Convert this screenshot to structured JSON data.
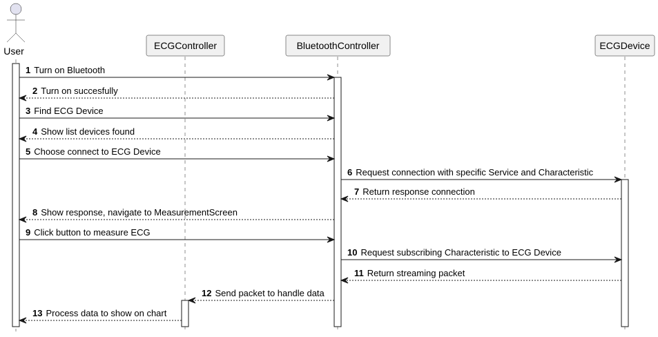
{
  "participants": [
    {
      "id": "user",
      "label": "User",
      "kind": "actor"
    },
    {
      "id": "ecg",
      "label": "ECGController",
      "kind": "participant"
    },
    {
      "id": "bt",
      "label": "BluetoothController",
      "kind": "participant"
    },
    {
      "id": "dev",
      "label": "ECGDevice",
      "kind": "participant"
    }
  ],
  "messages": [
    {
      "num": "1",
      "text": "Turn on Bluetooth",
      "from": "user",
      "to": "bt",
      "style": "solid"
    },
    {
      "num": "2",
      "text": "Turn on succesfully",
      "from": "bt",
      "to": "user",
      "style": "dashed"
    },
    {
      "num": "3",
      "text": "Find ECG Device",
      "from": "user",
      "to": "bt",
      "style": "solid"
    },
    {
      "num": "4",
      "text": "Show list devices found",
      "from": "bt",
      "to": "user",
      "style": "dashed"
    },
    {
      "num": "5",
      "text": "Choose connect to ECG Device",
      "from": "user",
      "to": "bt",
      "style": "solid"
    },
    {
      "num": "6",
      "text": "Request connection with specific Service and Characteristic",
      "from": "bt",
      "to": "dev",
      "style": "solid"
    },
    {
      "num": "7",
      "text": "Return response connection",
      "from": "dev",
      "to": "bt",
      "style": "dashed"
    },
    {
      "num": "8",
      "text": "Show response, navigate to MeasurementScreen",
      "from": "bt",
      "to": "user",
      "style": "dashed"
    },
    {
      "num": "9",
      "text": "Click button to measure ECG",
      "from": "user",
      "to": "bt",
      "style": "solid"
    },
    {
      "num": "10",
      "text": "Request subscribing Characteristic to ECG Device",
      "from": "bt",
      "to": "dev",
      "style": "solid"
    },
    {
      "num": "11",
      "text": "Return streaming packet",
      "from": "dev",
      "to": "bt",
      "style": "dashed"
    },
    {
      "num": "12",
      "text": "Send packet to handle data",
      "from": "bt",
      "to": "ecg",
      "style": "dashed"
    },
    {
      "num": "13",
      "text": "Process data to show on chart",
      "from": "ecg",
      "to": "user",
      "style": "dashed"
    }
  ]
}
